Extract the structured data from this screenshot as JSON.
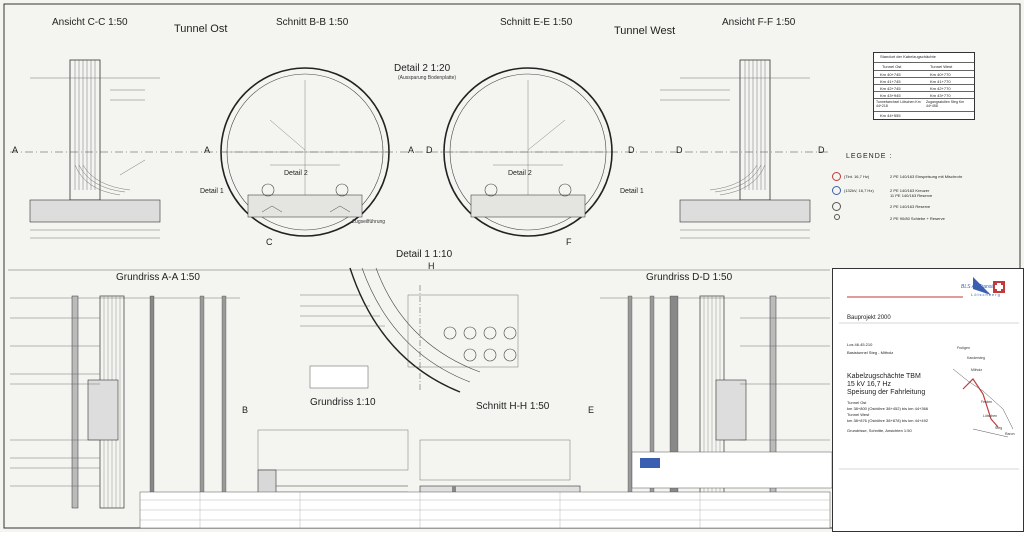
{
  "titles": {
    "ansicht_cc": "Ansicht C-C  1:50",
    "tunnel_ost": "Tunnel Ost",
    "schnitt_bb": "Schnitt B-B  1:50",
    "schnitt_ee": "Schnitt E-E  1:50",
    "tunnel_west": "Tunnel West",
    "ansicht_ff": "Ansicht F-F  1:50",
    "detail2": "Detail 2  1:20",
    "detail2_sub": "(Aussparung Bodenplatte)",
    "grundriss_aa": "Grundriss A-A  1:50",
    "detail1": "Detail 1  1:10",
    "grundriss_dd": "Grundriss D-D  1:50",
    "grundriss": "Grundriss  1:10",
    "schnitt_hh": "Schnitt H-H  1:50"
  },
  "section_marks": {
    "A": "A",
    "B": "B",
    "C": "C",
    "D": "D",
    "E": "E",
    "F": "F",
    "H": "H"
  },
  "callouts": {
    "detail1_left": "Detail 1",
    "detail2_left": "Detail 2",
    "detail2_right": "Detail 2",
    "detail1_right": "Detail 1",
    "zugseilfuehrung": "Zugseilführung"
  },
  "legend": {
    "title": "LEGENDE :",
    "items": [
      {
        "a": "(Tint. 16,7 Hz)",
        "b": "2 PE 140/163 Einspeisung mit Mischrohr"
      },
      {
        "a": "(132kV, 16,7 Hz)",
        "b": "2 PE 140/163 Kreuzer\n11 PE 140/163 Reserve"
      },
      {
        "a": "",
        "b": "2 PE 140/163 Reserve"
      },
      {
        "a": "",
        "b": "2 PE 90/80 Schiebe + Reserve"
      }
    ]
  },
  "kabel_table": {
    "title": "Standort der Kabelzugschächte",
    "col1": "Tunnel Ost",
    "col2": "Tunnel West",
    "rows": [
      [
        "Km 40+745",
        "Km 40+770"
      ],
      [
        "Km 41+745",
        "Km 41+770"
      ],
      [
        "Km 42+745",
        "Km 42+770"
      ],
      [
        "Km 43+945",
        "Km 43+770"
      ],
      [
        "Tunnelwechsel Lötschen Km 44+218",
        "Zugangsstollen Steg Km 44+458"
      ],
      [
        "Km 44+555",
        ""
      ]
    ]
  },
  "title_block": {
    "company": "BLS AlpTransit",
    "company_sub": "Lötschberg",
    "project": "Bauprojekt 2000",
    "los": "Los 46.45.210",
    "section": "Basistunnel Steg - Mitholz",
    "main_title_1": "Kabelzugschächte TBM",
    "main_title_2": "15 kV 16,7 Hz",
    "main_title_3": "Speisung der Fahrleitung",
    "line1": "Tunnel Ost",
    "line2": "km 38+800 (Oströhre 38+452) bis km 44+366",
    "line3": "Tunnel West",
    "line4": "km 38+876 (Oströhre 38+878) bis km 44+492",
    "scales": "Grundrisse, Schnitte, Ansichten 1:50",
    "map_labels": [
      "Frutigen",
      "Kandersteg",
      "Mitholz",
      "Ferden",
      "Lötschen",
      "Steg",
      "Raron"
    ]
  },
  "colors": {
    "line": "#2a2a2a",
    "red": "#c23a3a",
    "blue": "#3a5fb0",
    "hatch": "#777777"
  }
}
